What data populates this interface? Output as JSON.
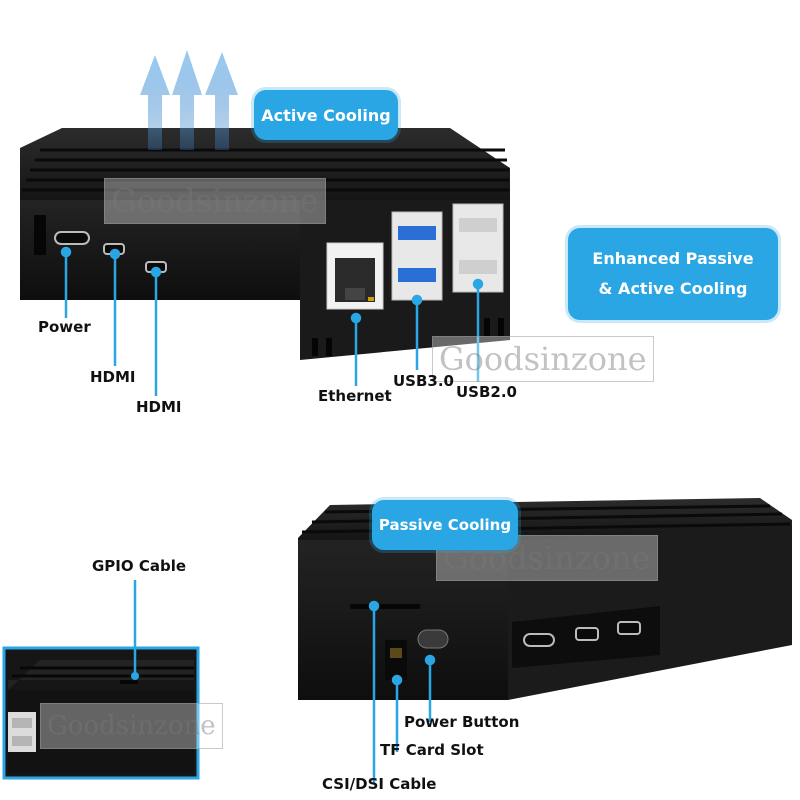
{
  "top_product": {
    "callout_top": "Active Cooling",
    "callout_side_line1": "Enhanced Passive",
    "callout_side_line2": "& Active Cooling",
    "ports": {
      "power": "Power",
      "hdmi1": "HDMI",
      "hdmi2": "HDMI",
      "ethernet": "Ethernet",
      "usb3": "USB3.0",
      "usb2": "USB2.0"
    }
  },
  "bottom_product": {
    "callout_top": "Passive Cooling",
    "gpio": "GPIO Cable",
    "power_button": "Power Button",
    "tf_slot": "TF Card Slot",
    "csi_dsi": "CSI/DSI Cable"
  },
  "watermark": "Goodsinzone",
  "colors": {
    "accent": "#29a6e3",
    "case": "#1c1c1c",
    "usb3_blue": "#2a6fd6"
  }
}
